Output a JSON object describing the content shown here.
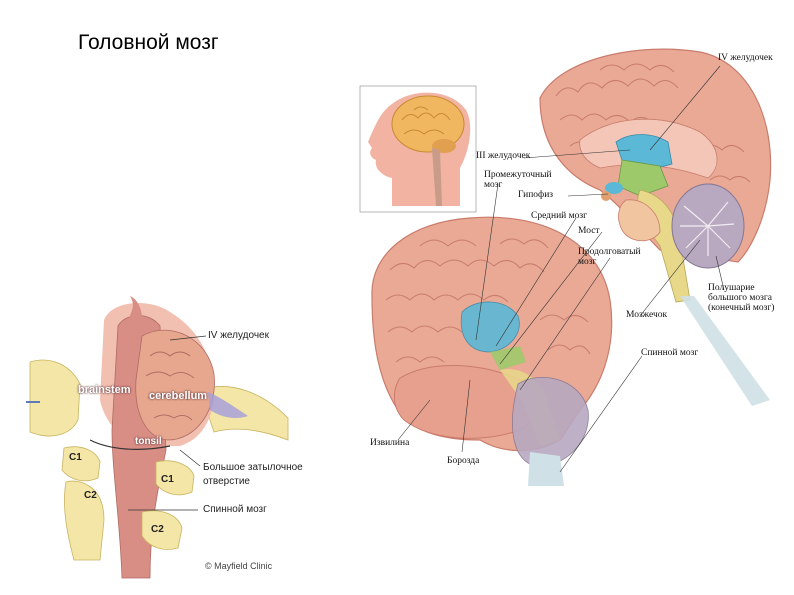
{
  "slide": {
    "title": "Головной мозг"
  },
  "right_diagram": {
    "labels": {
      "ventricle4": "IV желудочек",
      "ventricle3": "III желудочек",
      "diencephalon_1": "Промежуточный",
      "diencephalon_2": "мозг",
      "pituitary": "Гипофиз",
      "midbrain": "Средний мозг",
      "pons": "Мост",
      "medulla_1": "Продолговатый",
      "medulla_2": "мозг",
      "hemisphere_1": "Полушарие",
      "hemisphere_2": "большого мозга",
      "hemisphere_3": "(конечный мозг)",
      "cerebellum": "Мозжечок",
      "spinal_cord": "Спинной мозг",
      "gyrus": "Извилина",
      "sulcus": "Борозда"
    }
  },
  "left_diagram": {
    "labels": {
      "ventricle4": "IV желудочек",
      "brainstem": "brainstem",
      "cerebellum": "cerebellum",
      "tonsil": "tonsil",
      "foramen_1": "Большое затылочное",
      "foramen_2": "отверстие",
      "spinal_cord": "Спинной мозг",
      "c1_left": "C1",
      "c2_left": "C2",
      "c1_right": "C1",
      "c2_right": "C2"
    },
    "credit": "© Mayfield Clinic"
  },
  "colors": {
    "brain": "#e9a995",
    "brain_dark": "#c97c6c",
    "ventricle": "#5bb8d6",
    "diencephalon": "#9ec96b",
    "brainstem": "#e8d88a",
    "cerebellum": "#b8a8c0",
    "bone": "#f3e6a6"
  }
}
